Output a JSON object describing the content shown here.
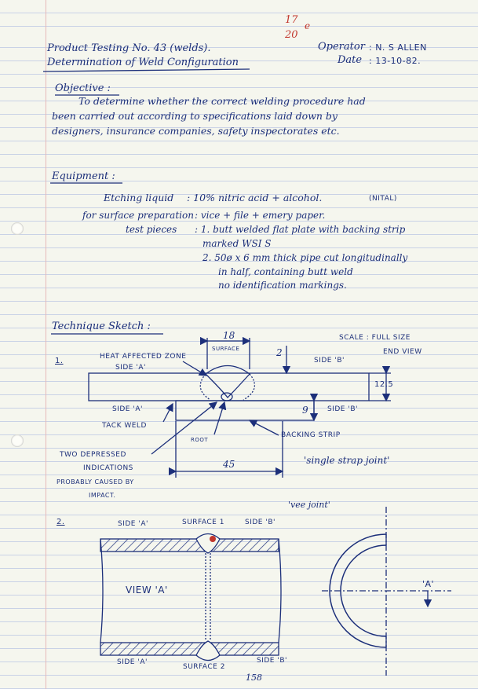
{
  "grade": {
    "num": "17",
    "den": "20",
    "suffix": "e"
  },
  "header": {
    "title_line1": "Product Testing No. 43 (welds).",
    "title_line2": "Determination of Weld Configuration",
    "operator_label": "Operator",
    "operator_value": ": N. S ALLEN",
    "date_label": "Date",
    "date_value": ": 13-10-82."
  },
  "objective": {
    "heading": "Objective :",
    "line1": "To determine whether the correct welding procedure had",
    "line2": "been carried out according to specifications laid down by",
    "line3": "designers, insurance companies, safety inspectorates etc."
  },
  "equipment": {
    "heading": "Equipment :",
    "etching_label": "Etching liquid",
    "etching_value": ": 10% nitric acid + alcohol.",
    "etching_note": "(NITAL)",
    "surface_label": "for surface preparation",
    "surface_value": ": vice + file + emery paper.",
    "pieces_label": "test pieces",
    "piece1_line1": ": 1. butt welded flat plate with backing strip",
    "piece1_line2": "marked WSI S",
    "piece2_line1": "2. 50ø x 6 mm thick pipe cut longitudinally",
    "piece2_line2": "in half, containing butt weld",
    "piece2_line3": "no identification markings."
  },
  "sketch": {
    "heading": "Technique Sketch :",
    "fig1": {
      "num": "1.",
      "haz": "HEAT AFFECTED ZONE",
      "surface": "SURFACE",
      "dim_top": "18",
      "dim_gap": "2",
      "scale": "SCALE : FULL SIZE",
      "end_view": "END VIEW",
      "side_a_top": "SIDE 'A'",
      "side_b_top": "SIDE 'B'",
      "thickness": "12.5",
      "side_a_bottom": "SIDE 'A'",
      "side_b_bottom": "SIDE 'B'",
      "strip_thk": "9",
      "tack_weld": "TACK WELD",
      "root": "ROOT",
      "backing_strip": "BACKING STRIP",
      "depressed1": "TWO DEPRESSED",
      "depressed2": "INDICATIONS",
      "depressed3": "PROBABLY CAUSED BY",
      "depressed4": "IMPACT.",
      "strip_len": "45",
      "joint": "'single strap joint'"
    },
    "fig2": {
      "num": "2.",
      "vee": "'vee joint'",
      "side_a_top": "SIDE 'A'",
      "surface1": "SURFACE 1",
      "side_b_top": "SIDE 'B'",
      "view_a": "VIEW 'A'",
      "a_marker": "'A'",
      "side_a_bottom": "SIDE 'A'",
      "surface2": "SURFACE 2",
      "side_b_bottom": "SIDE 'B'"
    }
  },
  "page_number": "158",
  "colors": {
    "ink": "#1c2f7a",
    "red_ink": "#c2362c",
    "paper": "#f5f6ee",
    "rule": "#c9d2e6"
  }
}
